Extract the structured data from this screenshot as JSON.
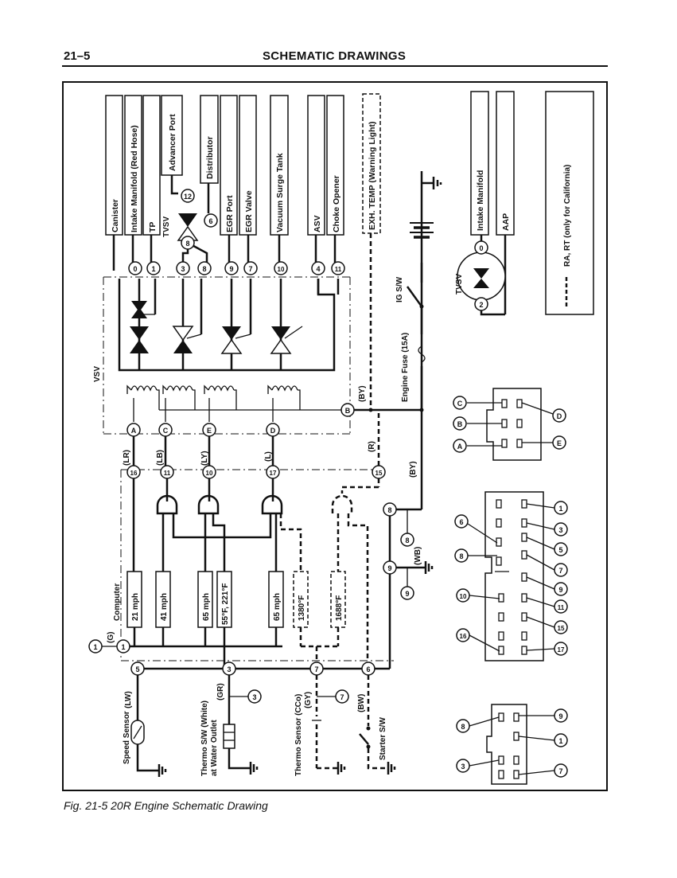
{
  "header": {
    "page_number": "21–5",
    "title": "SCHEMATIC DRAWINGS"
  },
  "caption": "Fig.  21-5  20R Engine Schematic Drawing",
  "vacuum_ports": {
    "canister": "Canister",
    "intake_manifold_red": "Intake Manifold (Red Hose)",
    "tp": "TP",
    "advancer_port": "Advancer Port",
    "distributor": "Distributor",
    "egr_port": "EGR Port",
    "egr_valve": "EGR Valve",
    "vacuum_surge_tank": "Vacuum Surge Tank",
    "asv": "ASV",
    "choke_opener": "Choke Opener",
    "exh_temp": "EXH. TEMP (Warning Light)"
  },
  "tvsv_label": "TVSV",
  "vsv_label": "VSV",
  "port_numbers": [
    "0",
    "1",
    "3",
    "8",
    "9",
    "7",
    "10",
    "4",
    "11"
  ],
  "tvsv_ports": [
    "12",
    "8",
    "6"
  ],
  "tvsv2": {
    "label": "TVSV",
    "port_top": "0",
    "port_bottom": "2"
  },
  "ig_sw": "IG S/W",
  "engine_fuse": "Engine Fuse (15A)",
  "computer_label": "Computer",
  "speed_boxes": [
    "21 mph",
    "41 mph",
    "65 mph",
    "55°F, 221°F",
    "65 mph"
  ],
  "temp_boxes": [
    "1380°F",
    "1688°F"
  ],
  "letter_terminals": [
    "A",
    "C",
    "E",
    "D",
    "B"
  ],
  "wire_colors": {
    "lr": "(LR)",
    "lb": "(LB)",
    "ly": "(LY)",
    "l": "(L)",
    "r": "(R)",
    "by_top": "(BY)",
    "by_right": "(BY)",
    "wb": "(WB)",
    "g": "(G)",
    "lw": "(LW)",
    "gr": "(GR)",
    "gy": "(GY)",
    "bw": "(BW)"
  },
  "computer_pins": [
    "16",
    "11",
    "10",
    "17",
    "15",
    "8",
    "9",
    "1",
    "5",
    "3",
    "7",
    "6"
  ],
  "external_refs": [
    "8",
    "9",
    "1",
    "3",
    "7"
  ],
  "sensors": {
    "speed": "Speed Sensor",
    "thermo_sw_1": "Thermo S/W (White)",
    "thermo_sw_2": "at Water Outlet",
    "thermo_sensor_1": "Thermo Sensor (CCo)",
    "starter": "Starter S/W"
  },
  "legend": {
    "intake_manifold": "Intake Manifold",
    "aap": "AAP",
    "note": "RA, RT (only for California)"
  },
  "connector_small": {
    "left": [
      "C",
      "B",
      "A"
    ],
    "right": [
      "D",
      "E"
    ]
  },
  "connector_large": {
    "left": [
      "6",
      "8",
      "10",
      "16"
    ],
    "right": [
      "1",
      "3",
      "5",
      "7",
      "9",
      "11",
      "15",
      "17"
    ]
  },
  "connector_bottom": {
    "left": [
      "8",
      "3"
    ],
    "right": [
      "9",
      "1",
      "7"
    ]
  }
}
